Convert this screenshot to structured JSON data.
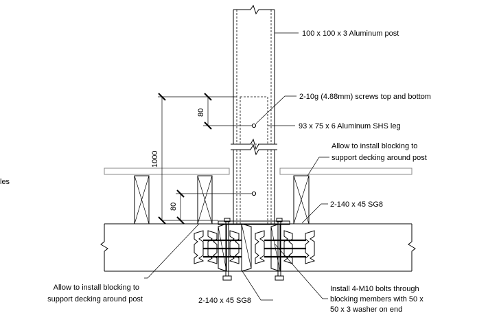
{
  "labels": {
    "post": "100 x 100 x 3 Aluminum post",
    "screws": "2-10g (4.88mm) screws top and bottom",
    "shs_leg": "93 x 75 x 6 Aluminum SHS leg",
    "blocking_right_1": "Allow to install blocking to",
    "blocking_right_2": "support decking around post",
    "joist_right": "2-140 x 45 SG8",
    "blocking_left_1": "Allow to install blocking to",
    "blocking_left_2": "support decking around post",
    "joist_bottom": "2-140 x 45 SG8",
    "bolts_1": "Install 4-M10 bolts through",
    "bolts_2": "blocking members with 50 x",
    "bolts_3": "50 x 3 washer on end",
    "cut_left": "les"
  },
  "dimensions": {
    "upper": "80",
    "overall": "1000",
    "lower": "80"
  },
  "colors": {
    "line": "#000000",
    "decking": "#888888",
    "background": "#ffffff"
  }
}
